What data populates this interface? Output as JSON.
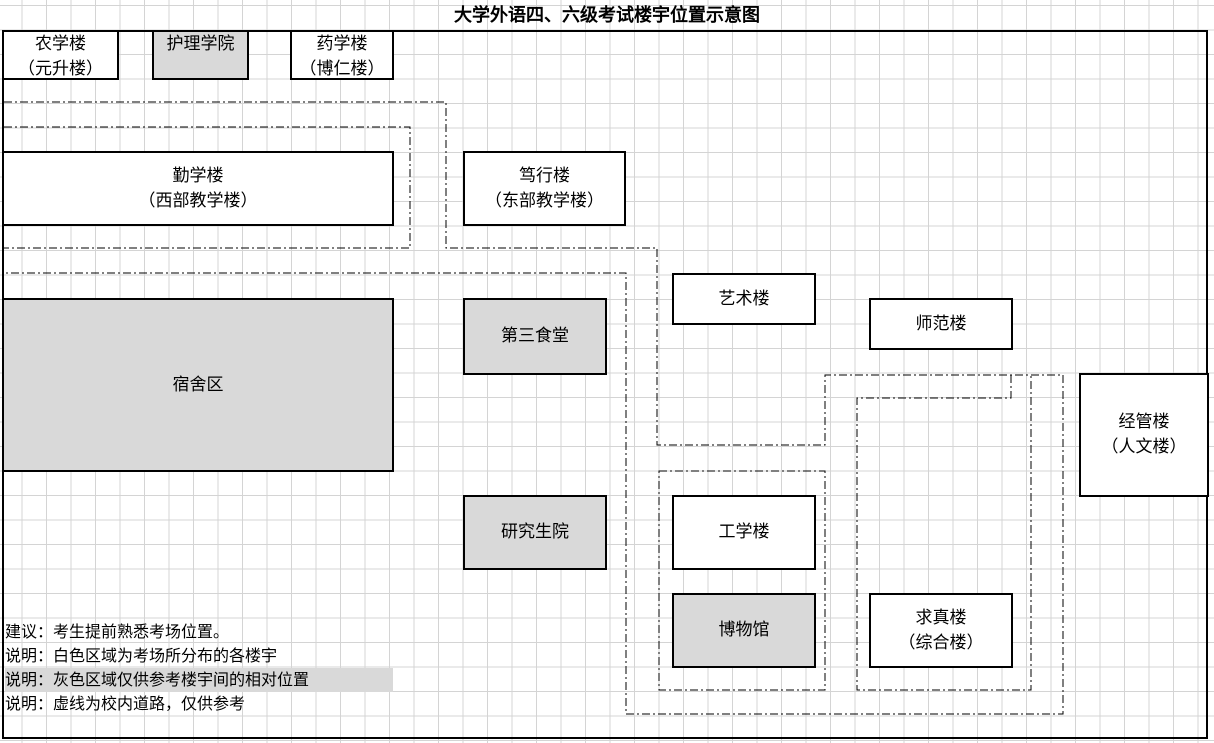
{
  "title": "大学外语四、六级考试楼宇位置示意图",
  "buildings": {
    "nongxue": {
      "name": "农学楼",
      "alias": "（元升楼）"
    },
    "huli": {
      "name": "护理学院"
    },
    "yaoxue": {
      "name": "药学楼",
      "alias": "（博仁楼）"
    },
    "qinxue": {
      "name": "勤学楼",
      "alias": "（西部教学楼）"
    },
    "duxing": {
      "name": "笃行楼",
      "alias": "（东部教学楼）"
    },
    "yishu": {
      "name": "艺术楼"
    },
    "shifan": {
      "name": "师范楼"
    },
    "disan": {
      "name": "第三食堂"
    },
    "sushe": {
      "name": "宿舍区"
    },
    "jingguan": {
      "name": "经管楼",
      "alias": "（人文楼）"
    },
    "yanjiusheng": {
      "name": "研究生院"
    },
    "gongxue": {
      "name": "工学楼"
    },
    "bowuguan": {
      "name": "博物馆"
    },
    "qiuzhen": {
      "name": "求真楼",
      "alias": "（综合楼）"
    }
  },
  "notes": [
    "建议：考生提前熟悉考场位置。",
    "说明：白色区域为考场所分布的各楼宇",
    "说明：灰色区域仅供参考楼宇间的相对位置",
    "说明：虚线为校内道路，仅供参考"
  ],
  "colors": {
    "exam_building": "#ffffff",
    "reference_building": "#d9d9d9",
    "grid": "#d4d4d4",
    "road": "#000000"
  }
}
